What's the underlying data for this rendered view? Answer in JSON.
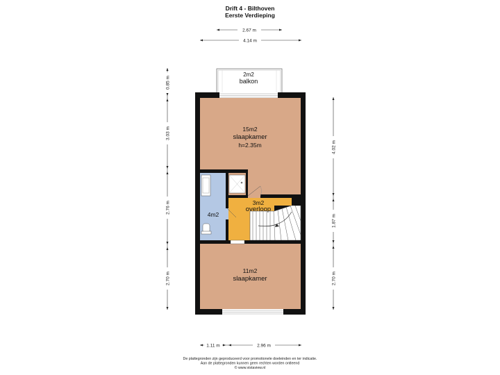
{
  "header": {
    "title": "Drift 4 - Bilthoven",
    "subtitle": "Eerste Verdieping"
  },
  "rooms": {
    "balcony": {
      "area": "2m2",
      "name": "balkon"
    },
    "bedroom_top": {
      "area": "15m2",
      "name": "slaapkamer",
      "height": "h=2.35m"
    },
    "bathroom": {
      "area": "4m2"
    },
    "landing": {
      "area": "3m2",
      "name": "overloop"
    },
    "bedroom_bottom": {
      "area": "11m2",
      "name": "slaapkamer"
    }
  },
  "dimensions": {
    "top_inner": "2.67 m",
    "top_outer": "4.14 m",
    "left_balcony": "0.85 m",
    "left_bedroom": "3.03 m",
    "left_middle": "2.76 m",
    "left_bottom": "2.70 m",
    "right_top": "4.02 m",
    "right_middle": "1.87 m",
    "right_bottom": "2.70 m",
    "bottom_left": "1.11 m",
    "bottom_right": "2.96 m"
  },
  "footer": {
    "line1": "De plattegronden zijn geproduceerd voor promotionele doeleinden en ter indicatie.",
    "line2": "Aan de plattegronden kunnen geen rechten worden ontleend",
    "line3": "© www.vistaview.nl"
  },
  "colors": {
    "bedroom": "#d8a888",
    "bathroom": "#b4c8e4",
    "landing": "#f0b040",
    "wall": "#111111",
    "stairs": "#ffffff"
  }
}
